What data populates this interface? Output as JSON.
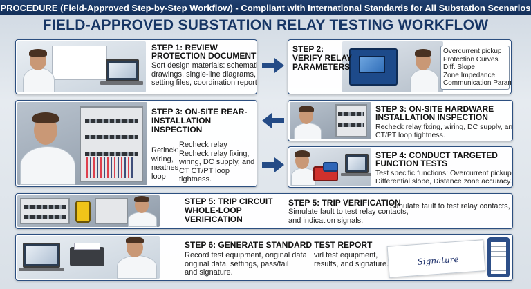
{
  "banner": "PROCEDURE (Field-Approved Step-by-Step Workflow) - Compliant with International Standards for All Substation Scenarios",
  "title": "FIELD-APPROVED SUBSTATION RELAY TESTING WORKFLOW",
  "colors": {
    "banner_bg": "#1f3f6e",
    "title": "#163564",
    "card_border": "#2c4f80",
    "arrow": "#244b86"
  },
  "steps": {
    "s1": {
      "title": [
        "STEP 1: REVIEW",
        "PROTECTION DOCUMENTS"
      ],
      "body": [
        "Sort design materials: schematic",
        "drawings, single-line diagrams,",
        "setting files, coordination reports."
      ]
    },
    "s2": {
      "title": [
        "STEP 2:",
        "VERIFY RELAY",
        "PARAMETERS"
      ],
      "list": [
        "Overcurrent pickup",
        "Protection Curves",
        "Diff. Slope",
        "Zone Impedance",
        "Communication Params."
      ]
    },
    "s3a": {
      "title": [
        "STEP 3: ON-SITE REAR-",
        "INSTALLATION",
        "INSPECTION"
      ],
      "body_left": [
        "Retinck:",
        "wiring,",
        "neatnes",
        "loop"
      ],
      "body_right": [
        "Recheck relay",
        "Recheck relay fixing,",
        "wiring, DC supply, and",
        "CT  CT/PT loop",
        "tightness."
      ]
    },
    "s3b": {
      "title": [
        "STEP 3: ON-SITE HARDWARE",
        "INSTALLATION INSPECTION"
      ],
      "body": [
        "Recheck relay fixing, wiring, DC supply, and",
        "CT/PT loop tightness."
      ]
    },
    "s4": {
      "title": [
        "STEP 4: CONDUCT TARGETED",
        "FUNCTION TESTS"
      ],
      "body": [
        "Test specific functions: Overcurrent pickup,",
        "Differential slope, Distance zone accuracy."
      ]
    },
    "s5": {
      "title_left": [
        "STEP 5: TRIP CIRCUIT",
        "WHOLE-LOOP",
        "VERIFICATION"
      ],
      "title_mid": "STEP 5: TRIP VERIFICATION",
      "body_mid": [
        "Simulate fault to test relay contacts,",
        "and indication signals."
      ],
      "body_right": "Simulate fault to test relay contacts,"
    },
    "s6": {
      "title": "STEP 6: GENERATE STANDARD TEST REPORT",
      "body_left": [
        "Record test equipment, original data",
        "original data, settings, pass/fail",
        "and signature."
      ],
      "body_right": [
        "virl test equipment,",
        "results, and signature."
      ],
      "signature": "Signature"
    }
  },
  "icons": [
    "arrow-right-icon",
    "arrow-left-icon",
    "clipboard-icon",
    "signature-icon"
  ]
}
